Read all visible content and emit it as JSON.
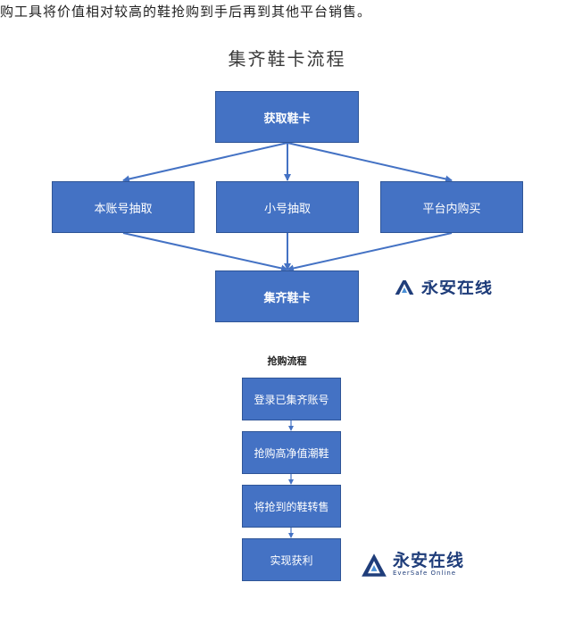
{
  "intro_text": "购工具将价值相对较高的鞋抢购到手后再到其他平台销售。",
  "diagram1": {
    "title": "集齐鞋卡流程",
    "top_box": "获取鞋卡",
    "middle_boxes": [
      "本账号抽取",
      "小号抽取",
      "平台内购买"
    ],
    "bottom_box": "集齐鞋卡"
  },
  "diagram2": {
    "title": "抢购流程",
    "steps": [
      "登录已集齐账号",
      "抢购高净值潮鞋",
      "将抢到的鞋转售",
      "实现获利"
    ]
  },
  "watermark": {
    "logo_icon": "triangle-logo-icon",
    "name_cn": "永安在线",
    "name_en": "EverSafe Online",
    "color": "#1f3d7a"
  },
  "colors": {
    "box_fill": "#4472c4",
    "box_border": "#2f5597",
    "arrow": "#4472c4"
  }
}
